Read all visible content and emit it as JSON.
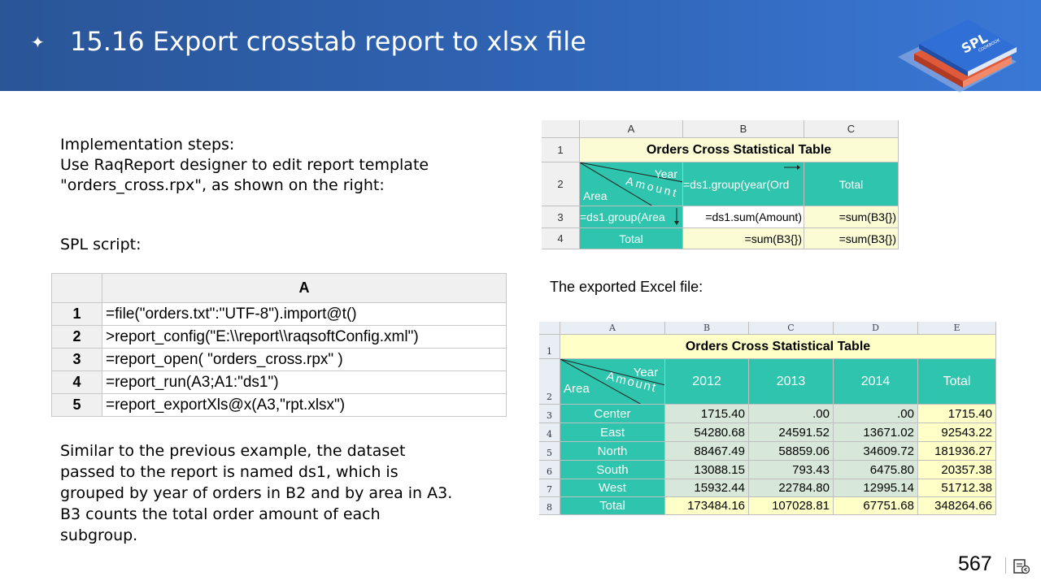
{
  "header": {
    "title": "15.16 Export crosstab report to xlsx file",
    "bullet": "✦",
    "logo_text": "SPL",
    "logo_subtext": "COOKBOOK"
  },
  "left": {
    "steps_line1": "Implementation steps:",
    "steps_line2": "Use RaqReport designer to edit report template",
    "steps_line3": "\"orders_cross.rpx\", as shown on the right:",
    "spl_label": "SPL script:",
    "desc_lines": [
      "Similar to the previous example, the dataset",
      "passed to the report is named ds1, which is",
      "grouped by year of orders in B2 and by area in A3.",
      "B3 counts the total order amount of each",
      "subgroup."
    ]
  },
  "spl_table": {
    "col_header": "A",
    "rows": [
      {
        "num": "1",
        "code": "=file(\"orders.txt\":\"UTF-8\").import@t()"
      },
      {
        "num": "2",
        "code": ">report_config(\"E:\\\\report\\\\raqsoftConfig.xml\")"
      },
      {
        "num": "3",
        "code": "=report_open( \"orders_cross.rpx\" )"
      },
      {
        "num": "4",
        "code": "=report_run(A3;A1:\"ds1\")"
      },
      {
        "num": "5",
        "code": "=report_exportXls@x(A3,\"rpt.xlsx\")"
      }
    ]
  },
  "designer": {
    "cols": [
      "A",
      "B",
      "C"
    ],
    "rows": [
      "1",
      "2",
      "3",
      "4"
    ],
    "title": "Orders Cross Statistical Table",
    "corner_year": "Year",
    "corner_amount": "Amount",
    "corner_area": "Area",
    "b2": "=ds1.group(year(Ord",
    "c2": "Total",
    "a3": "=ds1.group(Area",
    "b3": "=ds1.sum(Amount)",
    "c3": "=sum(B3{})",
    "a4": "Total",
    "b4": "=sum(B3{})",
    "c4": "=sum(B3{})"
  },
  "exported_label": "The exported Excel file:",
  "excel": {
    "cols": [
      "A",
      "B",
      "C",
      "D",
      "E"
    ],
    "rows": [
      "1",
      "2",
      "3",
      "4",
      "5",
      "6",
      "7",
      "8"
    ],
    "title": "Orders Cross Statistical Table",
    "corner_year": "Year",
    "corner_amount": "Amount",
    "corner_area": "Area",
    "years": [
      "2012",
      "2013",
      "2014"
    ],
    "total_label": "Total",
    "data": [
      {
        "area": "Center",
        "v2012": "1715.40",
        "v2013": ".00",
        "v2014": ".00",
        "total": "1715.40"
      },
      {
        "area": "East",
        "v2012": "54280.68",
        "v2013": "24591.52",
        "v2014": "13671.02",
        "total": "92543.22"
      },
      {
        "area": "North",
        "v2012": "88467.49",
        "v2013": "58859.06",
        "v2014": "34609.72",
        "total": "181936.27"
      },
      {
        "area": "South",
        "v2012": "13088.15",
        "v2013": "793.43",
        "v2014": "6475.80",
        "total": "20357.38"
      },
      {
        "area": "West",
        "v2012": "15932.44",
        "v2013": "22784.80",
        "v2014": "12995.14",
        "total": "51712.38"
      },
      {
        "area": "Total",
        "v2012": "173484.16",
        "v2013": "107028.81",
        "v2014": "67751.68",
        "total": "348264.66"
      }
    ]
  },
  "footer": {
    "page_number": "567"
  }
}
